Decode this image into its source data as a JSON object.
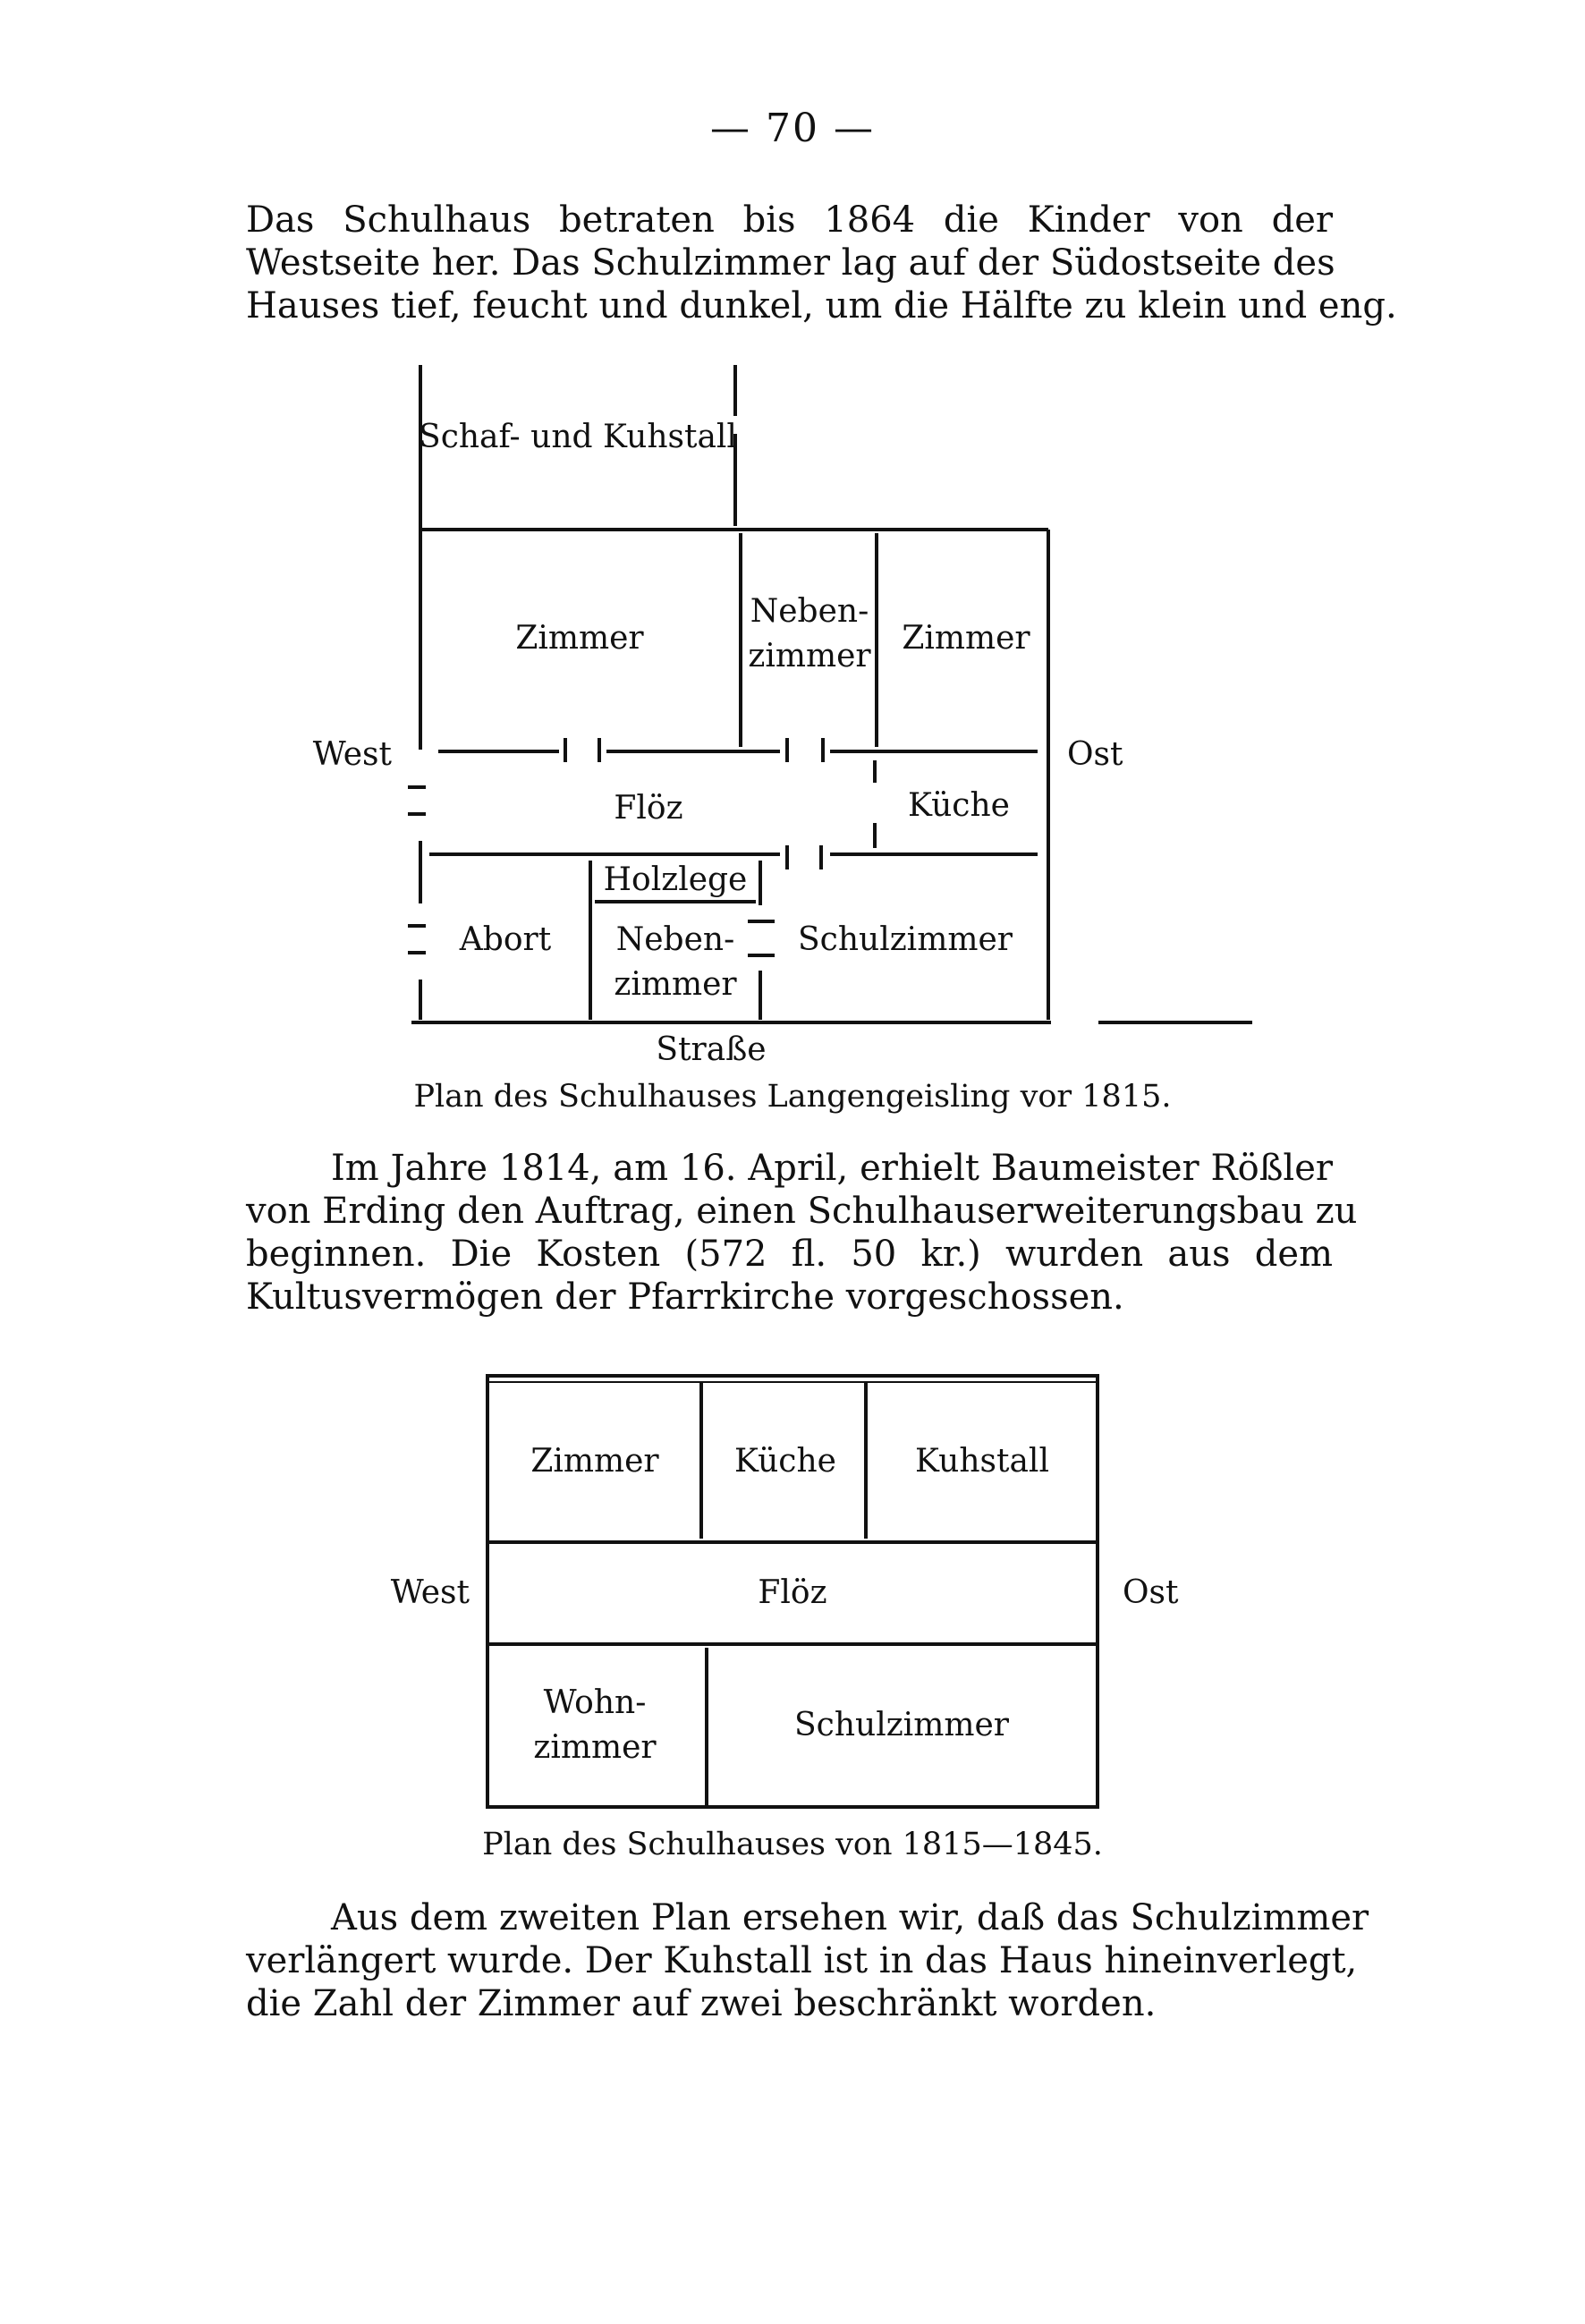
{
  "page_number": "— 70 —",
  "paragraph1": [
    "Das Schulhaus betraten bis 1864 die Kinder von der",
    "Westseite her. Das Schulzimmer lag auf der Südostseite des",
    "Hauses tief, feucht und dunkel, um die Hälfte zu klein und eng."
  ],
  "plan1": {
    "rooms": {
      "stall": "Schaf- und Kuhstall",
      "zimmer_left": "Zimmer",
      "nebenzimmer_top_1": "Neben-",
      "nebenzimmer_top_2": "zimmer",
      "zimmer_right": "Zimmer",
      "floez": "Flöz",
      "kueche": "Küche",
      "holzlege": "Holzlege",
      "abort": "Abort",
      "nebenzimmer_bottom_1": "Neben-",
      "nebenzimmer_bottom_2": "zimmer",
      "schulzimmer": "Schulzimmer"
    },
    "west": "West",
    "ost": "Ost",
    "strasse": "Straße",
    "caption": "Plan des Schulhauses Langengeisling vor 1815."
  },
  "paragraph2": [
    "Im Jahre 1814, am 16. April, erhielt Baumeister Rößler",
    "von Erding den Auftrag, einen Schulhauserweiterungsbau zu",
    "beginnen. Die Kosten (572 fl. 50 kr.) wurden aus dem",
    "Kultusvermögen der Pfarrkirche vorgeschossen."
  ],
  "plan2": {
    "rooms": {
      "zimmer": "Zimmer",
      "kueche": "Küche",
      "kuhstall": "Kuhstall",
      "floez": "Flöz",
      "wohnzimmer_1": "Wohn-",
      "wohnzimmer_2": "zimmer",
      "schulzimmer": "Schulzimmer"
    },
    "west": "West",
    "ost": "Ost",
    "caption": "Plan des Schulhauses von 1815—1845."
  },
  "paragraph3": [
    "Aus dem zweiten Plan ersehen wir, daß das Schulzimmer",
    "verlängert wurde. Der Kuhstall ist in das Haus hineinverlegt,",
    "die Zahl der Zimmer auf zwei beschränkt worden."
  ]
}
